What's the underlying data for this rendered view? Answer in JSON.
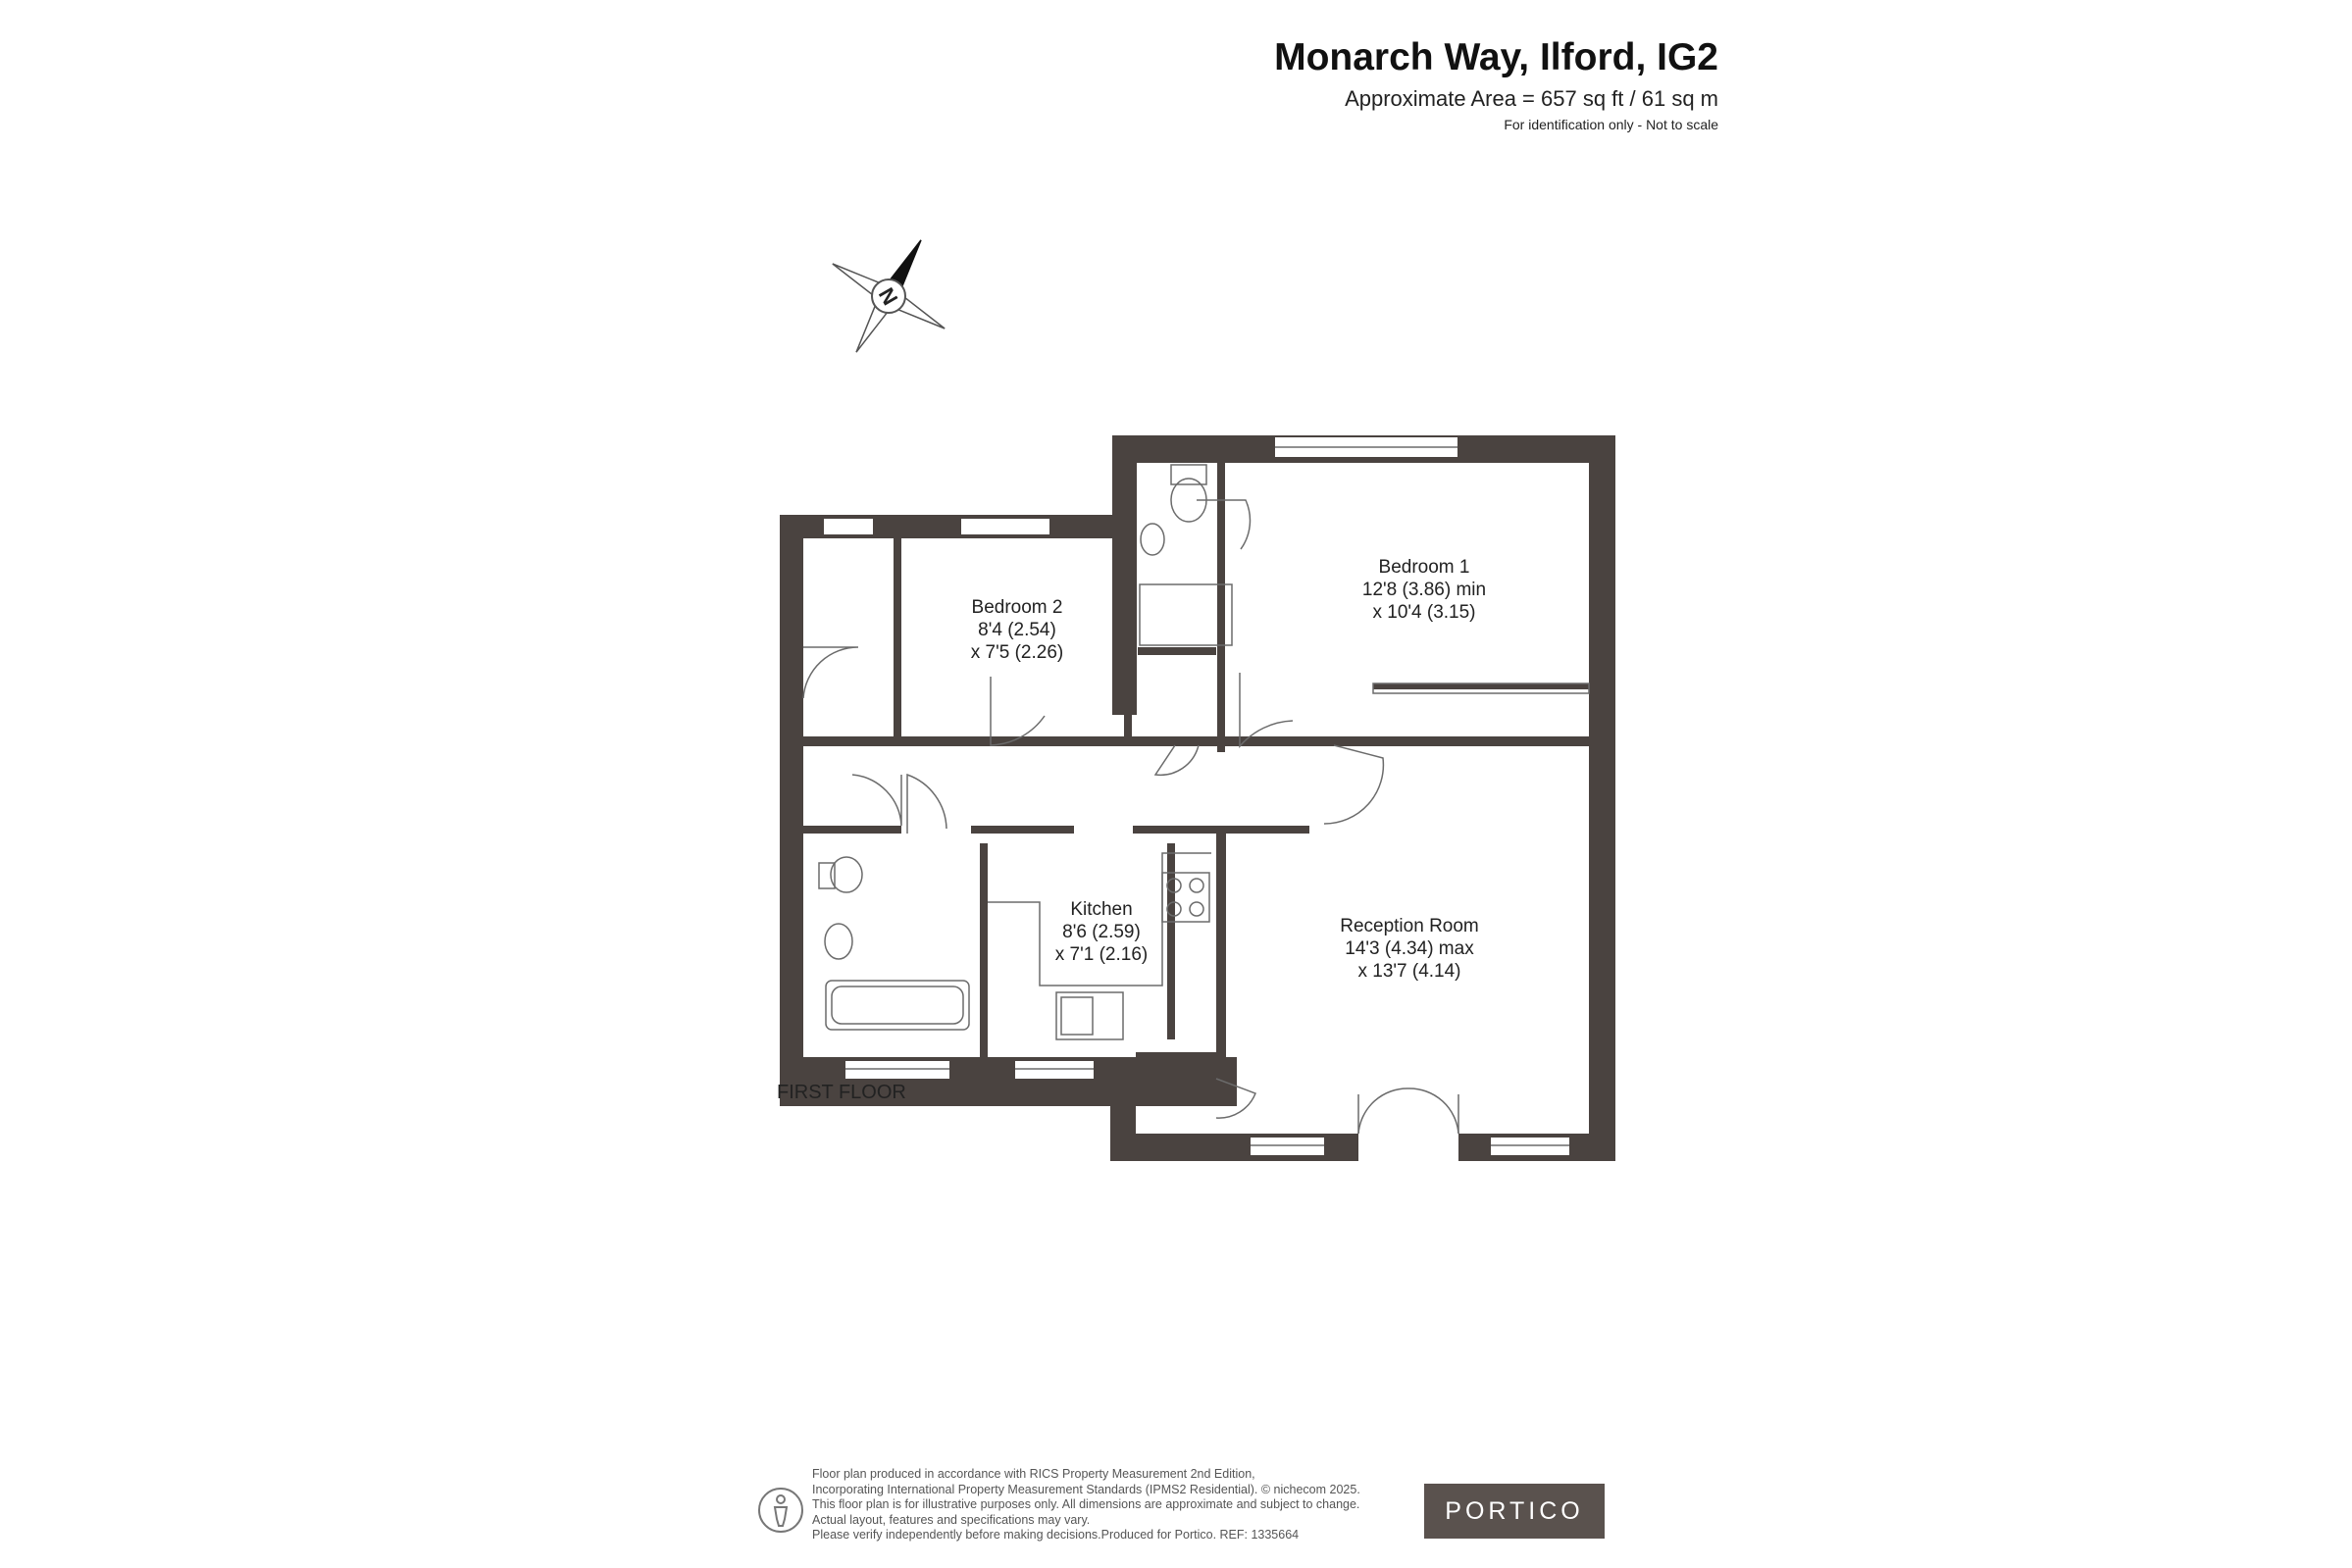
{
  "header": {
    "title": "Monarch Way, Ilford, IG2",
    "area": "Approximate Area = 657 sq ft / 61 sq m",
    "note": "For identification only - Not to scale"
  },
  "compass": {
    "letter": "N",
    "icon": "north-arrow-icon"
  },
  "floor_label": "FIRST FLOOR",
  "rooms": {
    "bedroom2": {
      "name": "Bedroom 2",
      "dim1": "8'4 (2.54)",
      "dim2": "x 7'5 (2.26)"
    },
    "bedroom1": {
      "name": "Bedroom 1",
      "dim1": "12'8 (3.86) min",
      "dim2": "x 10'4 (3.15)"
    },
    "kitchen": {
      "name": "Kitchen",
      "dim1": "8'6 (2.59)",
      "dim2": "x 7'1 (2.16)"
    },
    "reception": {
      "name": "Reception Room",
      "dim1": "14'3 (4.34) max",
      "dim2": "x 13'7 (4.14)"
    }
  },
  "footer": {
    "lines": [
      "Floor plan produced in accordance with RICS Property Measurement 2nd Edition,",
      "Incorporating International Property Measurement Standards (IPMS2 Residential).   © nichecom 2025.",
      "This floor plan is for illustrative purposes only. All dimensions are approximate and subject to change.",
      "Actual layout, features and specifications may vary.",
      "Please verify independently before making decisions.Produced for Portico.    REF:  1335664"
    ],
    "brand": "PORTICO",
    "icon": "person-info-icon"
  },
  "colors": {
    "wall": "#4a4340",
    "line": "#6b6b6b",
    "brand_bg": "#5a524e"
  }
}
